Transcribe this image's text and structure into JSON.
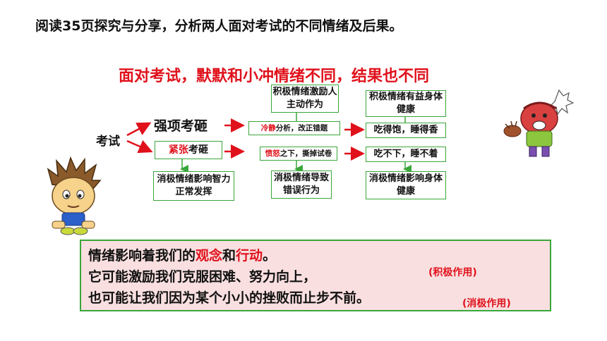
{
  "header": {
    "instruction": "阅读35页探究与分享，分析两人面对考试的不同情绪及后果。"
  },
  "subtitle": "面对考试，默默和小冲情绪不同，结果也不同",
  "diagram": {
    "root": "考试",
    "branch_top": "强项考砸",
    "branch_bottom_red": "紧张",
    "branch_bottom_rest": "考砸",
    "box_neg_ability": "消极情绪影响智力正常发挥",
    "box_pos_motivate": "积极情绪激励人主动作为",
    "mid_top_red": "冷静",
    "mid_top_rest": "分析，改正错题",
    "mid_bottom_red": "愤怒",
    "mid_bottom_rest": "之下，撕掉试卷",
    "box_neg_behavior": "消极情绪导致错误行为",
    "box_pos_health": "积极情绪有益身体健康",
    "right_top": "吃得饱，睡得香",
    "right_bottom": "吃不下，睡不着",
    "box_neg_health": "消极情绪影响身体健康"
  },
  "summary": {
    "line1_a": "情绪影响着我们的",
    "line1_red1": "观念",
    "line1_b": "和",
    "line1_red2": "行动",
    "line1_c": "。",
    "line2": "它可能激励我们克服困难、努力向上，",
    "line3": "也可能让我们因为某个小小的挫败而止步不前。",
    "tag_positive": "(积极作用)",
    "tag_negative": "(消极作用)"
  },
  "colors": {
    "accent_red": "#e0111b",
    "box_green": "#3aa63a",
    "summary_bg": "#f9dfe0"
  }
}
